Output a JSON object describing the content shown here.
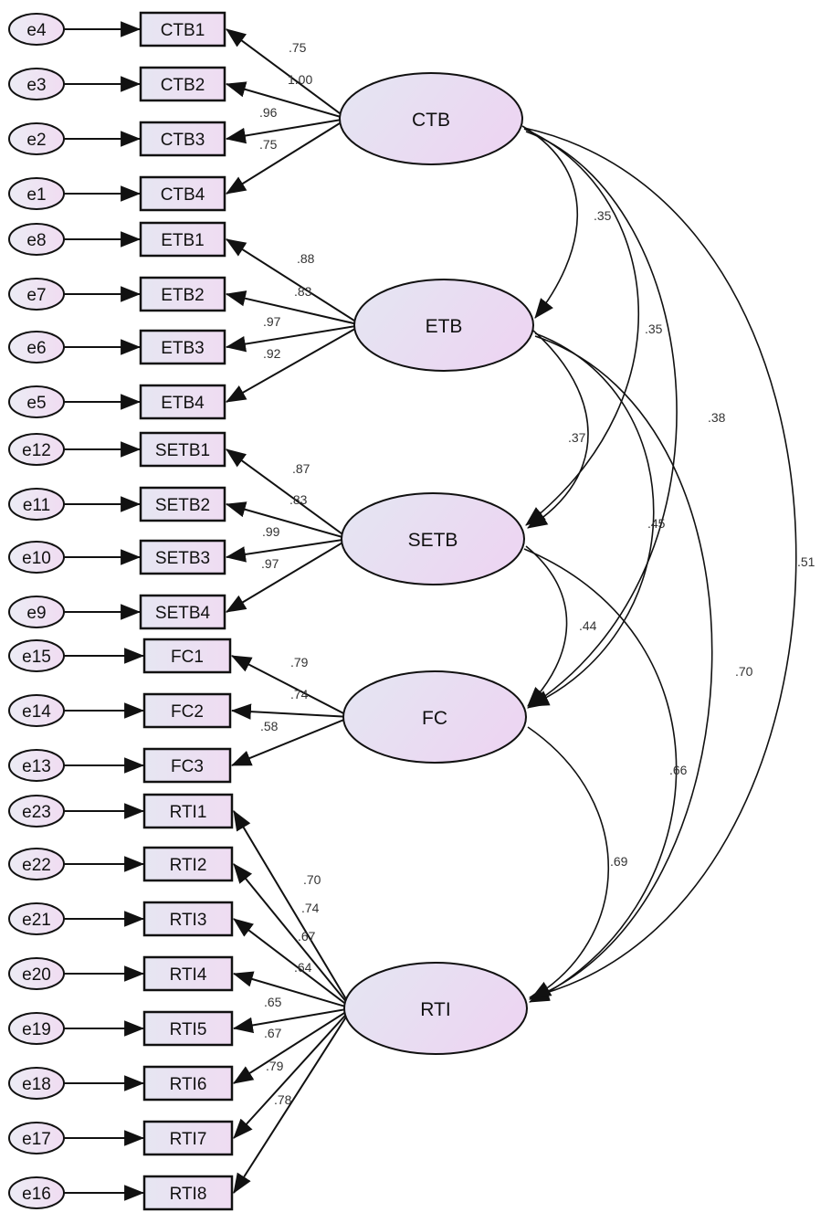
{
  "diagram": {
    "type": "structural-equation-model",
    "colors": {
      "node_fill_light": "#e4e6f2",
      "node_fill_pink": "#ecd6f2",
      "stroke": "#111111",
      "label": "#333333"
    },
    "latents": [
      {
        "id": "CTB",
        "label": "CTB"
      },
      {
        "id": "ETB",
        "label": "ETB"
      },
      {
        "id": "SETB",
        "label": "SETB"
      },
      {
        "id": "FC",
        "label": "FC"
      },
      {
        "id": "RTI",
        "label": "RTI"
      }
    ],
    "indicators": [
      {
        "label": "CTB1",
        "error": "e4",
        "latent": "CTB",
        "loading": ".75"
      },
      {
        "label": "CTB2",
        "error": "e3",
        "latent": "CTB",
        "loading": "1.00"
      },
      {
        "label": "CTB3",
        "error": "e2",
        "latent": "CTB",
        "loading": ".96"
      },
      {
        "label": "CTB4",
        "error": "e1",
        "latent": "CTB",
        "loading": ".75"
      },
      {
        "label": "ETB1",
        "error": "e8",
        "latent": "ETB",
        "loading": ".88"
      },
      {
        "label": "ETB2",
        "error": "e7",
        "latent": "ETB",
        "loading": ".83"
      },
      {
        "label": "ETB3",
        "error": "e6",
        "latent": "ETB",
        "loading": ".97"
      },
      {
        "label": "ETB4",
        "error": "e5",
        "latent": "ETB",
        "loading": ".92"
      },
      {
        "label": "SETB1",
        "error": "e12",
        "latent": "SETB",
        "loading": ".87"
      },
      {
        "label": "SETB2",
        "error": "e11",
        "latent": "SETB",
        "loading": ".83"
      },
      {
        "label": "SETB3",
        "error": "e10",
        "latent": "SETB",
        "loading": ".99"
      },
      {
        "label": "SETB4",
        "error": "e9",
        "latent": "SETB",
        "loading": ".97"
      },
      {
        "label": "FC1",
        "error": "e15",
        "latent": "FC",
        "loading": ".79"
      },
      {
        "label": "FC2",
        "error": "e14",
        "latent": "FC",
        "loading": ".74"
      },
      {
        "label": "FC3",
        "error": "e13",
        "latent": "FC",
        "loading": ".58"
      },
      {
        "label": "RTI1",
        "error": "e23",
        "latent": "RTI",
        "loading": ".70"
      },
      {
        "label": "RTI2",
        "error": "e22",
        "latent": "RTI",
        "loading": ".74"
      },
      {
        "label": "RTI3",
        "error": "e21",
        "latent": "RTI",
        "loading": ".67"
      },
      {
        "label": "RTI4",
        "error": "e20",
        "latent": "RTI",
        "loading": ".64"
      },
      {
        "label": "RTI5",
        "error": "e19",
        "latent": "RTI",
        "loading": ".65"
      },
      {
        "label": "RTI6",
        "error": "e18",
        "latent": "RTI",
        "loading": ".67"
      },
      {
        "label": "RTI7",
        "error": "e17",
        "latent": "RTI",
        "loading": ".79"
      },
      {
        "label": "RTI8",
        "error": "e16",
        "latent": "RTI",
        "loading": ".78"
      }
    ],
    "covariances": [
      {
        "a": "CTB",
        "b": "ETB",
        "value": ".35"
      },
      {
        "a": "CTB",
        "b": "SETB",
        "value": ".35"
      },
      {
        "a": "CTB",
        "b": "FC",
        "value": ".38"
      },
      {
        "a": "CTB",
        "b": "RTI",
        "value": ".51"
      },
      {
        "a": "ETB",
        "b": "SETB",
        "value": ".37"
      },
      {
        "a": "ETB",
        "b": "FC",
        "value": ".45"
      },
      {
        "a": "ETB",
        "b": "RTI",
        "value": ".70"
      },
      {
        "a": "SETB",
        "b": "FC",
        "value": ".44"
      },
      {
        "a": "SETB",
        "b": "RTI",
        "value": ".66"
      },
      {
        "a": "FC",
        "b": "RTI",
        "value": ".69"
      }
    ]
  }
}
